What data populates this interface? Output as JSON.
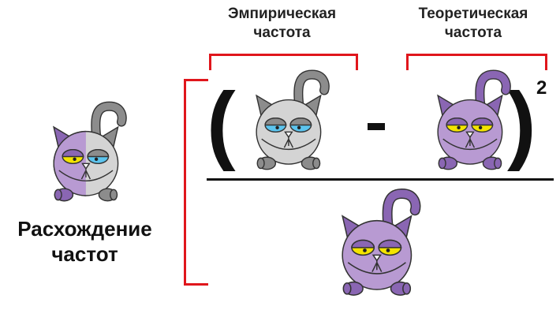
{
  "labels": {
    "empirical": "Эмпирическая частота",
    "theoretical": "Теоретическая частота",
    "divergence": "Расхождение частот",
    "minus": "-",
    "open_paren": "(",
    "close_paren": ")",
    "exponent": "2"
  },
  "colors": {
    "bracket": "#e0161c",
    "grey_body": "#d4d4d4",
    "grey_dark": "#8c8c8c",
    "purple_body": "#b89ad2",
    "purple_dark": "#8a66b3",
    "yellow_eye": "#f4e400",
    "blue_eye": "#5cc4ee"
  }
}
